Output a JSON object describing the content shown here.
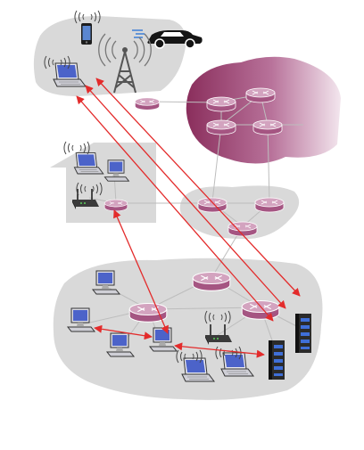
{
  "diagram": {
    "kind": "network-topology",
    "colors": {
      "region_fill": "#d9d9d9",
      "isp_gradient_start": "#8a2e5c",
      "isp_gradient_end": "#f3e6ee",
      "router_fill": "#a55582",
      "router_top": "#d3a3bf",
      "link_color": "#bdbdbd",
      "flow_arrow": "#e32b2b",
      "laptop_screen": "#4c63c9",
      "server_body": "#2b2b2b"
    },
    "regions": [
      {
        "id": "mobile-network",
        "contains": [
          "phone-icon",
          "car-icon",
          "cell-tower-icon",
          "laptop-icon",
          "router-icon"
        ]
      },
      {
        "id": "global-isp",
        "contains": [
          "router-icon",
          "router-icon",
          "router-icon",
          "router-icon"
        ]
      },
      {
        "id": "home-network",
        "contains": [
          "laptop-icon",
          "desktop-computer-icon",
          "wireless-access-point-icon",
          "router-icon"
        ]
      },
      {
        "id": "regional-isp",
        "contains": [
          "router-icon",
          "router-icon",
          "router-icon"
        ]
      },
      {
        "id": "enterprise-network",
        "contains": [
          "router-icon",
          "router-icon",
          "router-icon",
          "desktop-computer-icon",
          "wireless-access-point-icon",
          "laptop-icon",
          "server-icon"
        ]
      }
    ],
    "flows": [
      {
        "from": "mobile-laptop",
        "to": "data-center-server",
        "direction": "bidirectional"
      },
      {
        "from": "mobile-laptop",
        "to": "enterprise-server",
        "direction": "bidirectional"
      },
      {
        "from": "home-router",
        "to": "enterprise-desktop",
        "direction": "bidirectional"
      },
      {
        "from": "enterprise-desktop-left",
        "to": "enterprise-desktop",
        "direction": "bidirectional"
      },
      {
        "from": "enterprise-desktop",
        "to": "enterprise-server",
        "direction": "bidirectional"
      }
    ]
  }
}
